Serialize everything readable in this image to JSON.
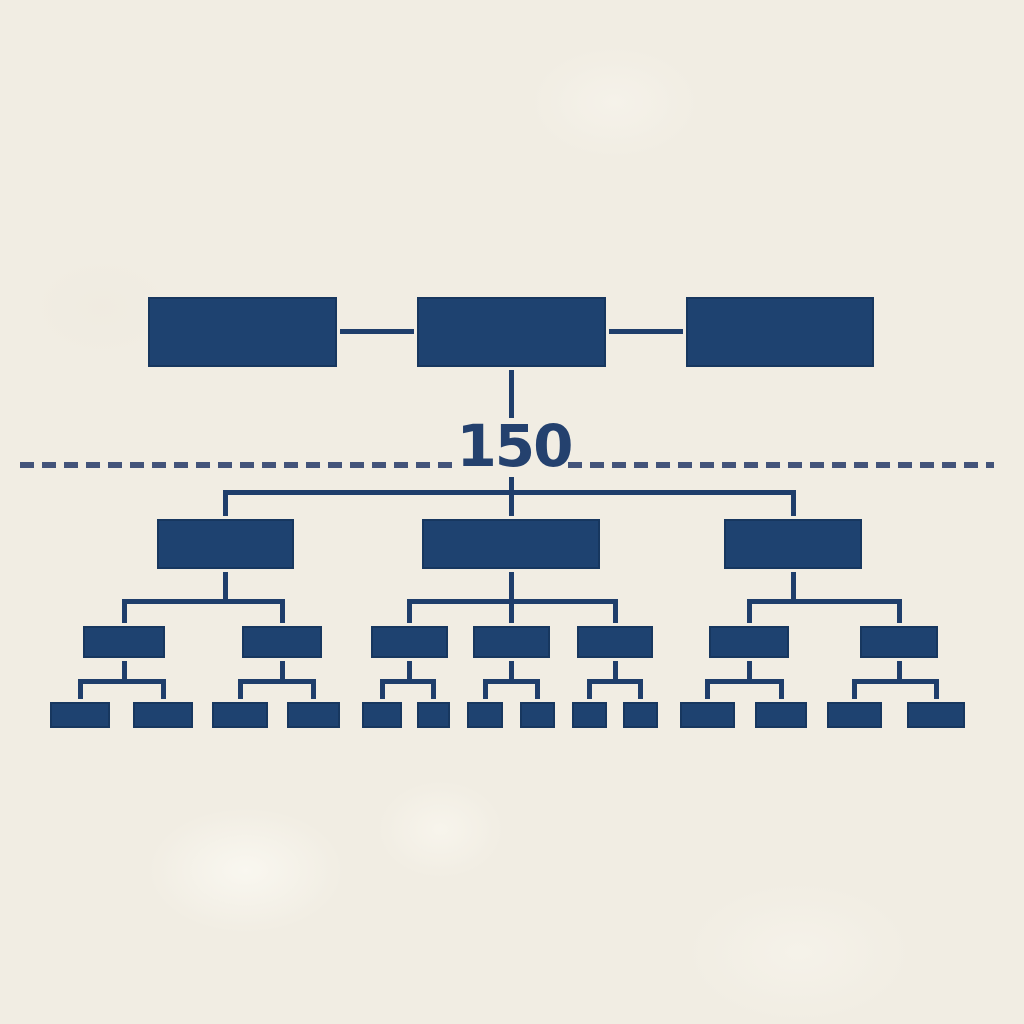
{
  "diagram": {
    "type": "org-chart",
    "description": "Organization hierarchy diagram: a flat top row of three connected blocks, a dashed threshold line labeled 150, and below it a three-branch tree expanding to children and leaf nodes",
    "threshold": {
      "label": "150",
      "line_style": "dashed"
    },
    "colors": {
      "background": "#f1ede3",
      "node_fill": "#1e4270",
      "node_border": "#17375f",
      "line": "#1f3e6b",
      "dash": "#43547a",
      "label_text": "#24416e"
    },
    "top_row": {
      "count": 3,
      "connected_in_sequence": true,
      "nodes": [
        {
          "id": "top-1"
        },
        {
          "id": "top-2"
        },
        {
          "id": "top-3"
        }
      ]
    },
    "tree": {
      "root": "top-2",
      "branches": [
        {
          "id": "branch-1",
          "children": [
            {
              "id": "b1c1",
              "leaves": [
                "b1c1l1",
                "b1c1l2"
              ]
            },
            {
              "id": "b1c2",
              "leaves": [
                "b1c2l1",
                "b1c2l2"
              ]
            }
          ]
        },
        {
          "id": "branch-2",
          "children": [
            {
              "id": "b2c1",
              "leaves": [
                "b2c1l1",
                "b2c1l2"
              ]
            },
            {
              "id": "b2c2",
              "leaves": [
                "b2c2l1",
                "b2c2l2"
              ]
            },
            {
              "id": "b2c3",
              "leaves": [
                "b2c3l1",
                "b2c3l2"
              ]
            }
          ]
        },
        {
          "id": "branch-3",
          "children": [
            {
              "id": "b3c1",
              "leaves": [
                "b3c1l1",
                "b3c1l2"
              ]
            },
            {
              "id": "b3c2",
              "leaves": [
                "b3c2l1",
                "b3c2l2"
              ]
            }
          ]
        }
      ],
      "counts": {
        "top_level": 3,
        "branches": 3,
        "children": 7,
        "leaves": 14
      }
    }
  }
}
